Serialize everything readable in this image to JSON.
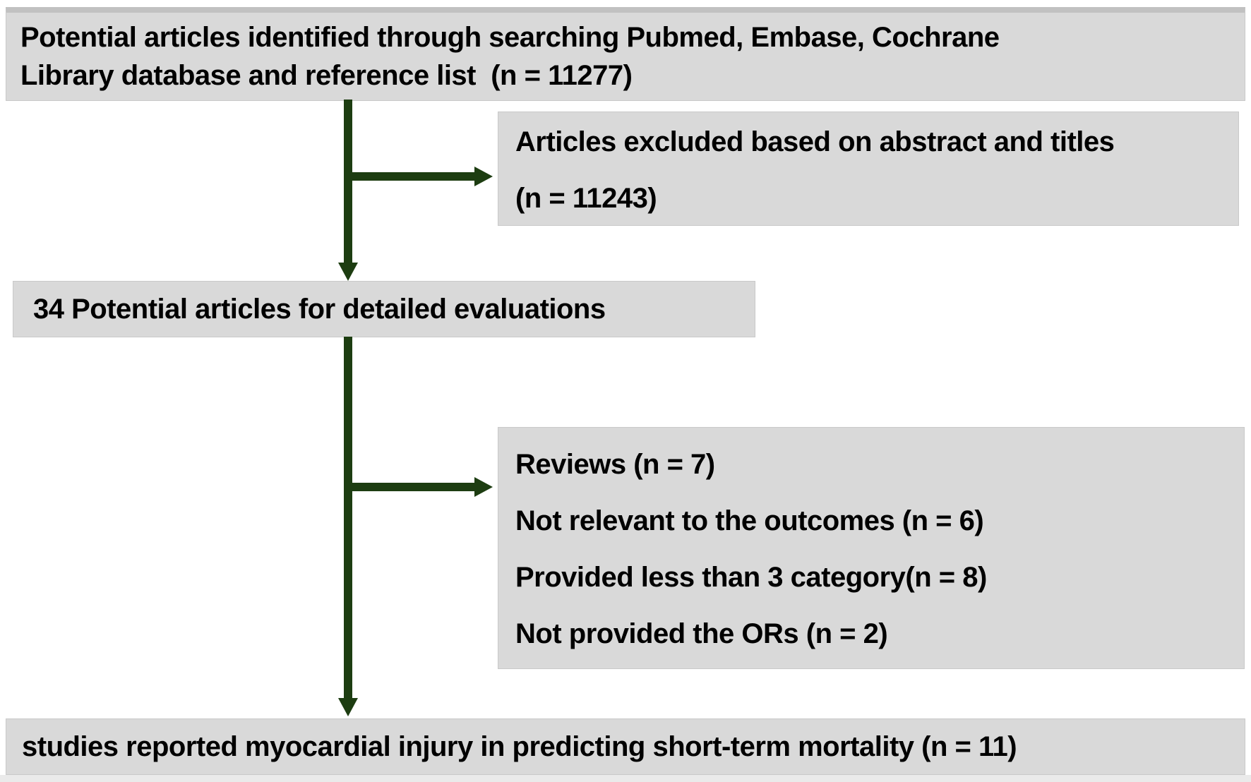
{
  "colors": {
    "box_background": "#d9d9d9",
    "box_border": "#c9c9c9",
    "arrow_green": "#1d3d11",
    "text": "#000000",
    "page_background": "#ffffff"
  },
  "boxes": {
    "identified": {
      "lines": [
        "Potential articles identified through searching Pubmed, Embase, Cochrane",
        "Library database and reference list  (n = 11277)"
      ],
      "n": "11277"
    },
    "excluded_abstract": {
      "lines": [
        "Articles excluded based on abstract and titles",
        "(n = 11243)"
      ],
      "n": "11243"
    },
    "detailed": {
      "lines": [
        "34 Potential articles for detailed evaluations"
      ],
      "n": "34"
    },
    "excluded_detailed": {
      "lines": [
        "Reviews (n = 7)",
        "Not relevant to the outcomes (n = 6)",
        "Provided less than 3 category(n = 8)",
        "Not provided the ORs (n = 2)"
      ],
      "n_values": [
        "7",
        "6",
        "8",
        "2"
      ]
    },
    "included": {
      "lines": [
        "studies reported myocardial injury in predicting short-term mortality (n = 11)"
      ],
      "n": "11"
    }
  }
}
